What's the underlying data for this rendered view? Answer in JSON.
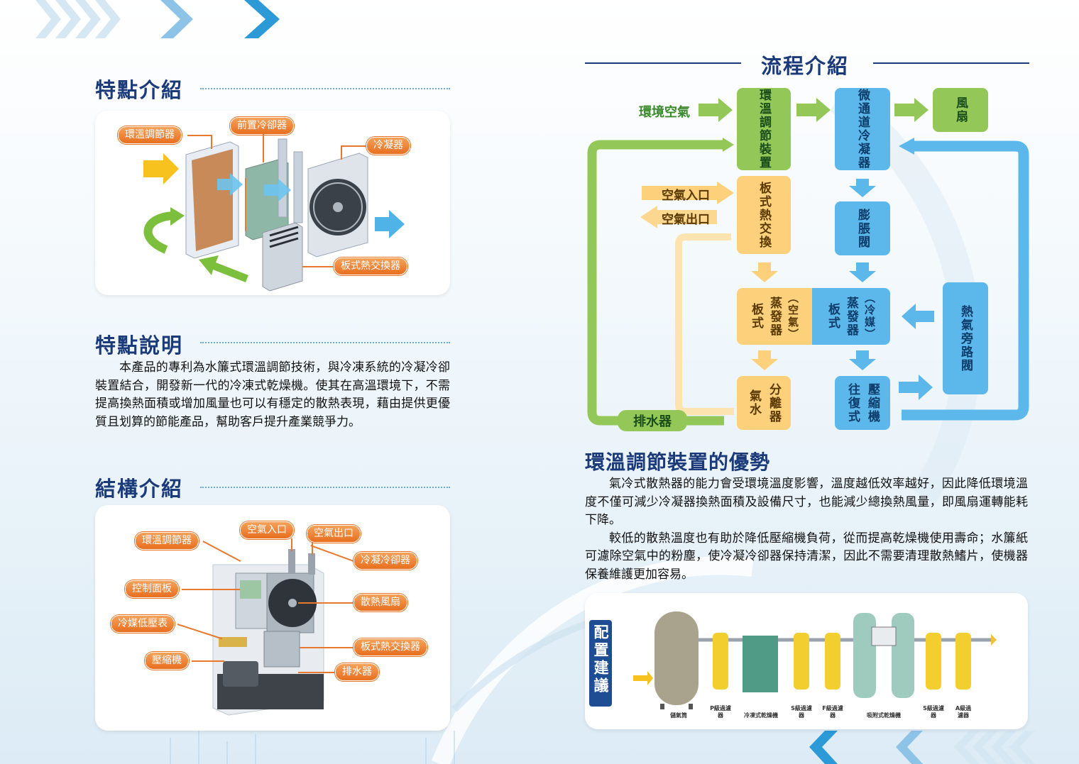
{
  "left": {
    "features_title": "特點介紹",
    "labels1": {
      "ambient": "環溫調節器",
      "precool": "前置冷卻器",
      "condenser": "冷凝器",
      "plate_hx": "板式熱交換器"
    },
    "description_title": "特點說明",
    "description_text": "本產品的專利為水簾式環溫調節技術，與冷凍系統的冷凝冷卻裝置結合，開發新一代的冷凍式乾燥機。使其在高溫環境下，不需提高換熱面積或增加風量也可以有穩定的散熱表現，藉由提供更優質且划算的節能產品，幫助客戶提升產業競爭力。",
    "structure_title": "結構介紹",
    "labels2": {
      "ambient": "環溫調節器",
      "air_in": "空氣入口",
      "air_out": "空氣出口",
      "cond_cooler": "冷凝冷卻器",
      "control": "控制面板",
      "fan": "散熱風扇",
      "gauge": "冷媒低壓表",
      "plate_hx": "板式熱交換器",
      "compressor": "壓縮機",
      "drain": "排水器"
    }
  },
  "right": {
    "flow_title": "流程介紹",
    "flow": {
      "ambient_air": "環境空氣",
      "ambient_device": "環溫調節裝置",
      "micro_condenser": "微通道冷凝器",
      "fan": "風扇",
      "air_in": "空氣入口",
      "air_out": "空氣出口",
      "plate_hx": "板式熱交換",
      "expansion": "膨脹閥",
      "evap_air_a": "板式",
      "evap_air_b": "蒸發器",
      "evap_air_c": "（空氣）",
      "evap_ref_a": "板式",
      "evap_ref_b": "蒸發器",
      "evap_ref_c": "（冷媒）",
      "hot_gas": "熱氣旁路閥",
      "separator_a": "氣水",
      "separator_b": "分離器",
      "compressor_a": "往復式",
      "compressor_b": "壓縮機",
      "drain": "排水器"
    },
    "advantage_title": "環溫調節裝置的優勢",
    "advantage_p1": "氣冷式散熱器的能力會受環境溫度影響，溫度越低效率越好，因此降低環境溫度不僅可減少冷凝器換熱面積及設備尺寸，也能減少總換熱風量，即風扇運轉能耗下降。",
    "advantage_p2": "較低的散熱溫度也有助於降低壓縮機負荷，從而提高乾燥機使用壽命；水簾紙可濾除空氣中的粉塵，使冷凝冷卻器保持清潔，因此不需要清理散熱鰭片，使機器保養維護更加容易。",
    "config": {
      "title": "配置建議",
      "tank": "儲氣筒",
      "p_filter": "P級過濾器",
      "ref_dryer": "冷凍式乾燥機",
      "s_filter1": "S級過濾器",
      "f_filter": "F級過濾器",
      "ads_dryer": "吸附式乾燥機",
      "s_filter2": "S級過濾器",
      "a_filter": "A級過濾器"
    }
  },
  "colors": {
    "title_blue": "#1b3a7a",
    "green": "#93c858",
    "blue": "#5cb8ea",
    "orange": "#fdd07b",
    "tag_orange": "#e86e1f"
  }
}
